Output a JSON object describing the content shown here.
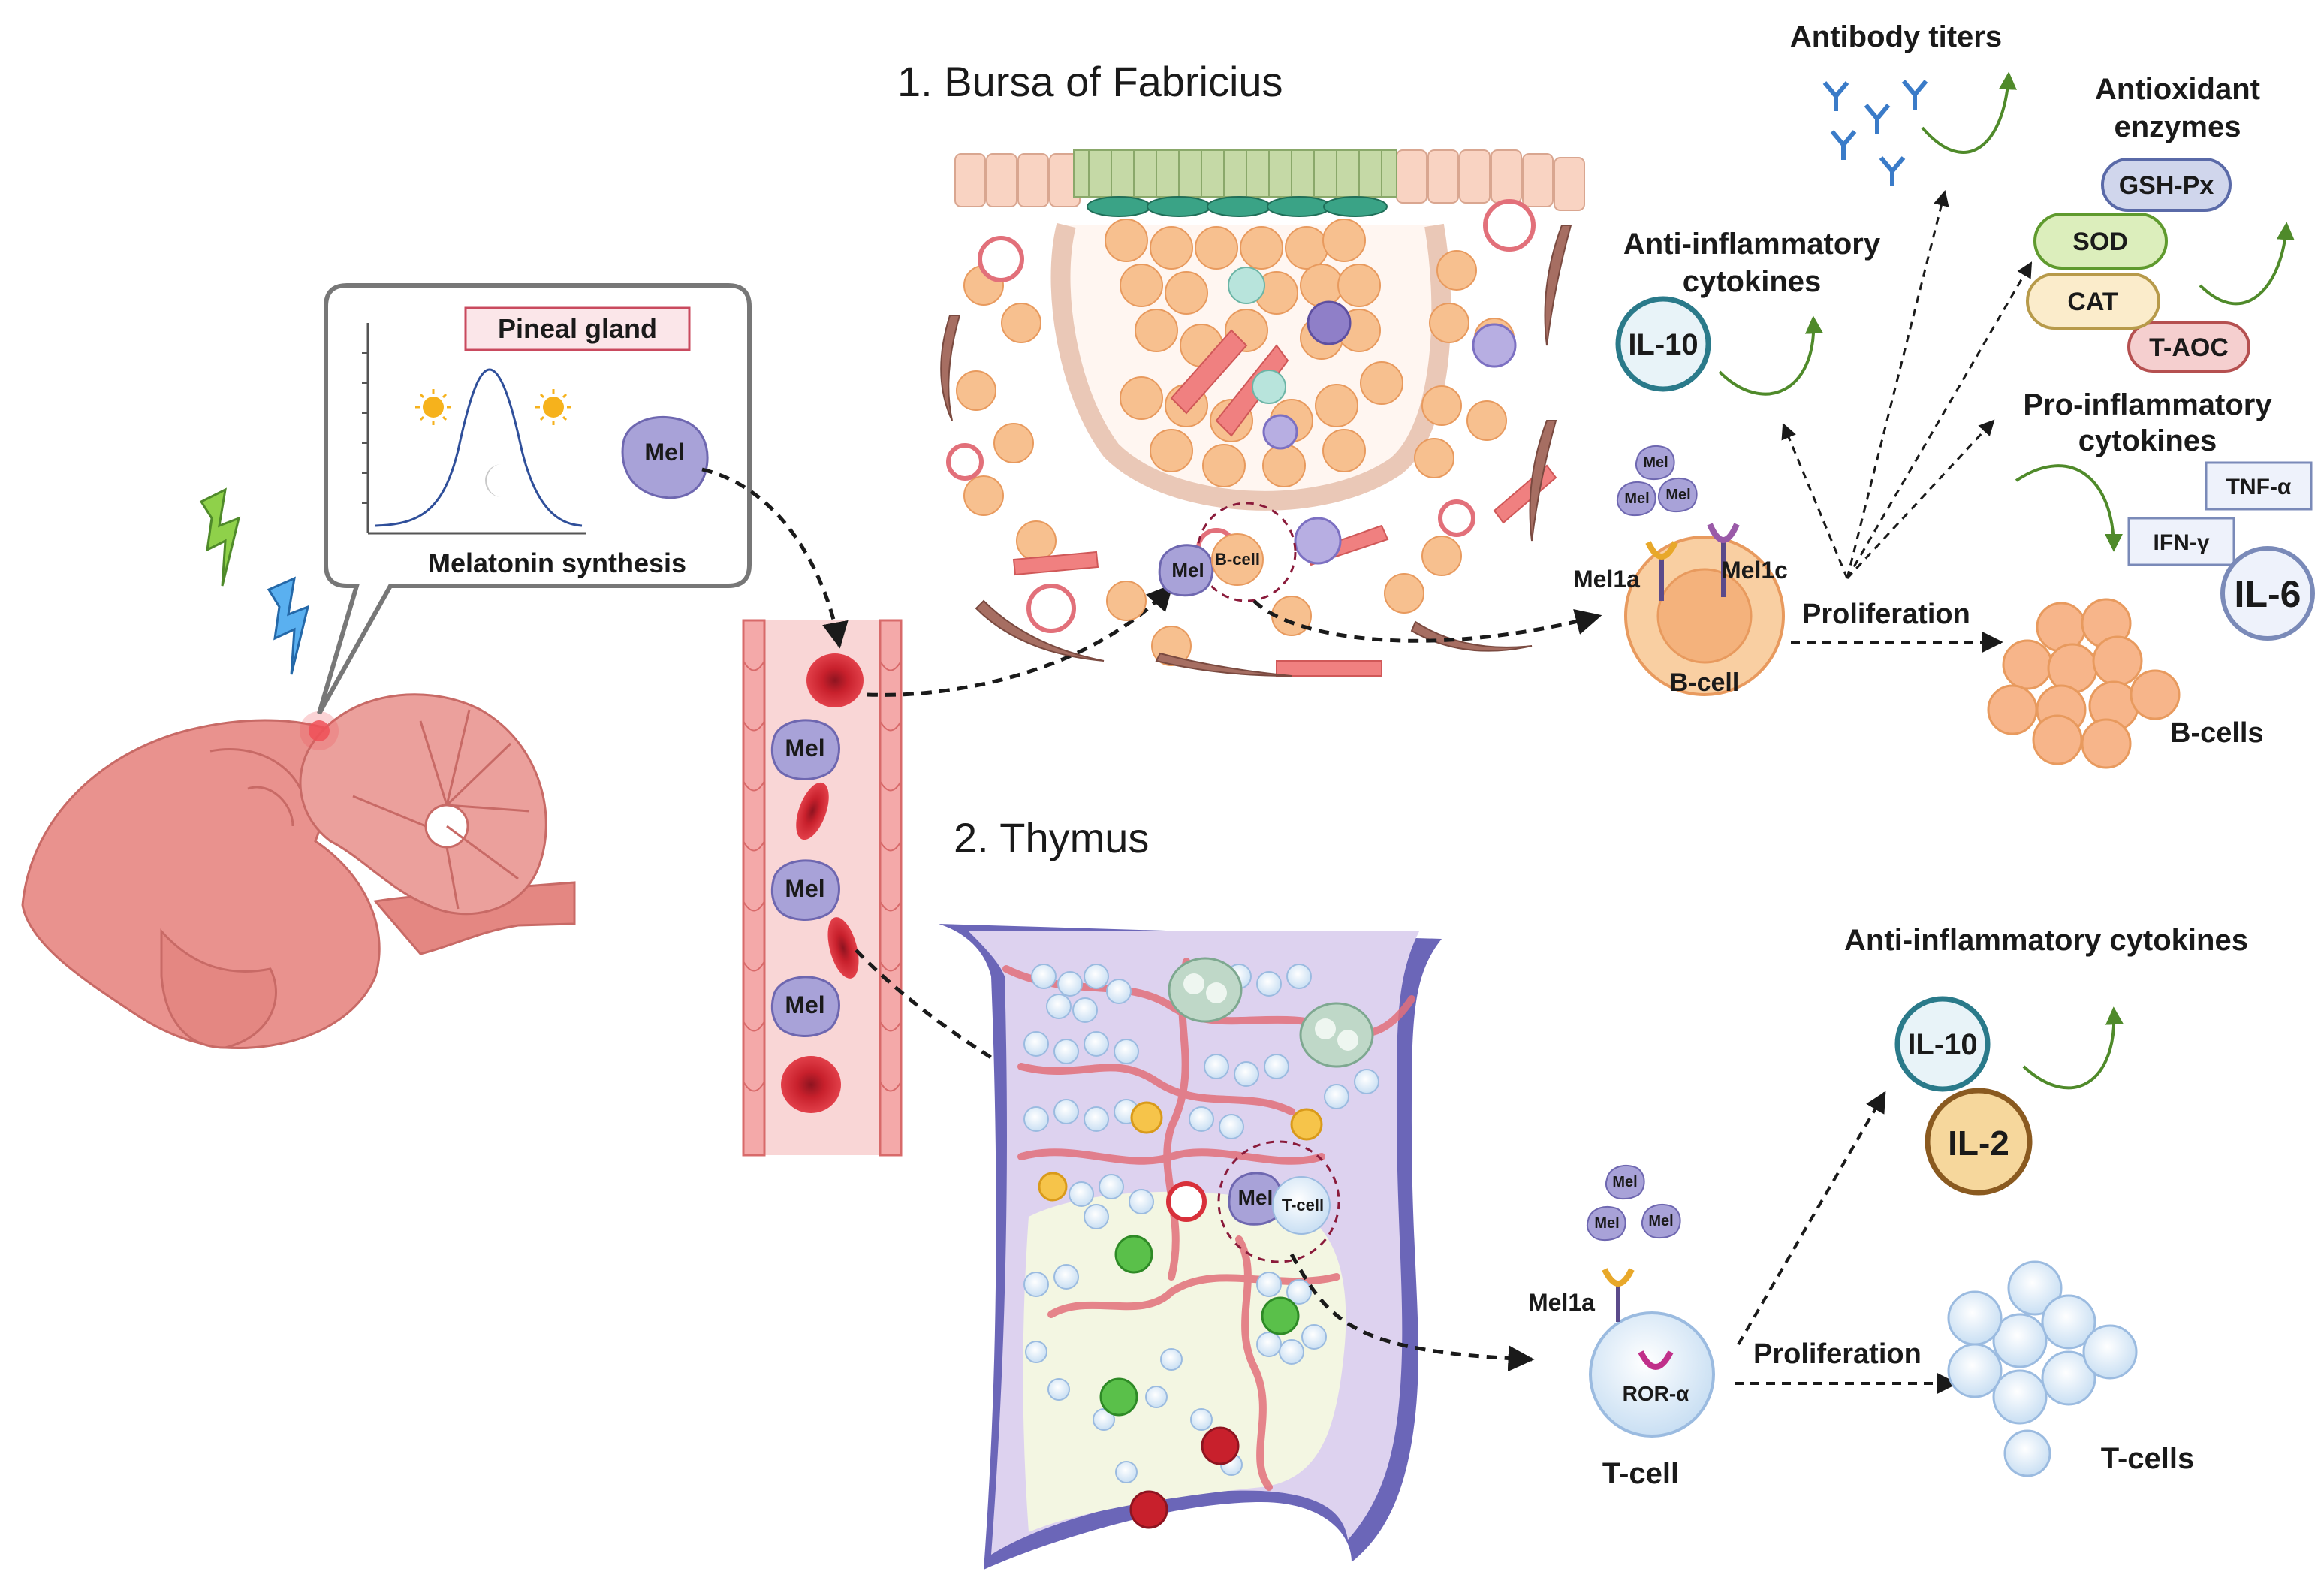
{
  "pineal": {
    "label": "Pineal gland",
    "caption": "Melatonin synthesis",
    "mel": "Mel"
  },
  "bursa": {
    "title": "1.  Bursa of Fabricius",
    "circle_mel": "Mel",
    "circle_cell": "B-cell"
  },
  "thymus": {
    "title": "2. Thymus",
    "circle_mel": "Mel",
    "circle_cell": "T-cell"
  },
  "vessel": {
    "mel_labels": [
      "Mel",
      "Mel",
      "Mel"
    ]
  },
  "bcell_path": {
    "mel_small": [
      "Mel",
      "Mel",
      "Mel"
    ],
    "receptor_a": "Mel1a",
    "receptor_c": "Mel1c",
    "cell": "B-cell",
    "proliferation": "Proliferation",
    "result": "B-cells",
    "antibody_title": "Antibody titers",
    "anti_inflam_title_1": "Anti-inflammatory",
    "anti_inflam_title_2": "cytokines",
    "il10": "IL-10",
    "antioxidant_title_1": "Antioxidant",
    "antioxidant_title_2": "enzymes",
    "enzymes": [
      "GSH-Px",
      "SOD",
      "CAT",
      "T-AOC"
    ],
    "pro_inflam_title_1": "Pro-inflammatory",
    "pro_inflam_title_2": "cytokines",
    "tnf": "TNF-α",
    "ifn": "IFN-γ",
    "il6": "IL-6"
  },
  "tcell_path": {
    "mel_small": [
      "Mel",
      "Mel",
      "Mel"
    ],
    "receptor": "Mel1a",
    "nuclear": "ROR-α",
    "cell": "T-cell",
    "proliferation": "Proliferation",
    "result": "T-cells",
    "anti_inflam_title": "Anti-inflammatory cytokines",
    "il10": "IL-10",
    "il2": "IL-2"
  },
  "colors": {
    "brain": "#e9928e",
    "vessel": "#f9c9c9",
    "rbc": "#d8303a",
    "mel": "#a8a2d8",
    "bcell": "#f7c08f",
    "tcell": "#dbe9f7",
    "thymus_capsule": "#6b66b8",
    "up_arrow": "#4f8a2a"
  }
}
